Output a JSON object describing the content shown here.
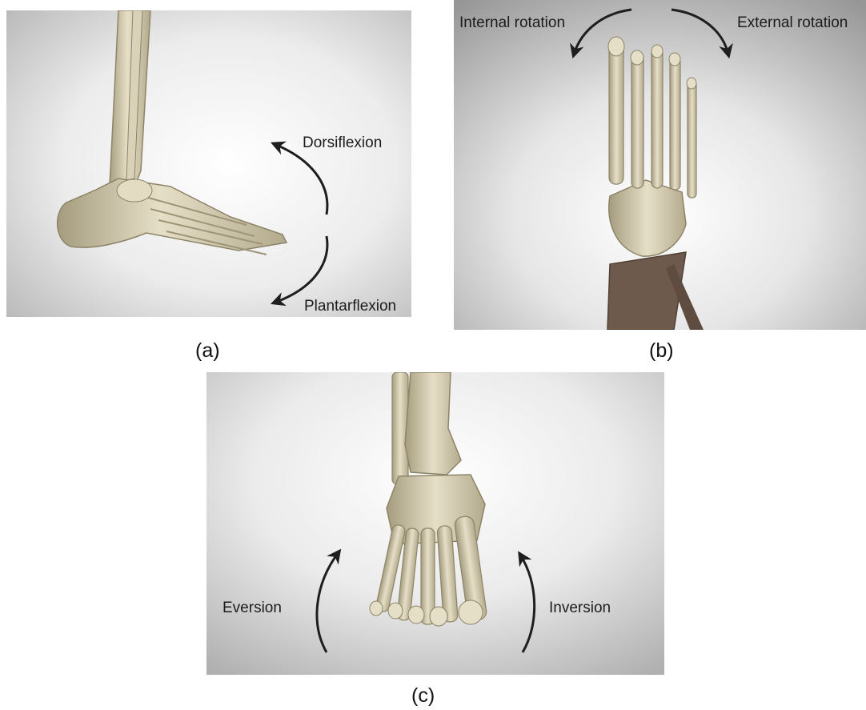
{
  "figure": {
    "panels": [
      {
        "caption": "(a)",
        "labels": {
          "top": "Dorsiflexion",
          "bottom": "Plantarflexion"
        }
      },
      {
        "caption": "(b)",
        "labels": {
          "left": "Internal rotation",
          "right": "External rotation"
        }
      },
      {
        "caption": "(c)",
        "labels": {
          "left": "Eversion",
          "right": "Inversion"
        }
      }
    ]
  },
  "colors": {
    "bone": "#ddd6bd",
    "bone_shadow": "#a59c7f",
    "arrow": "#1e1e1e",
    "muscle": "#6e5a4c"
  }
}
